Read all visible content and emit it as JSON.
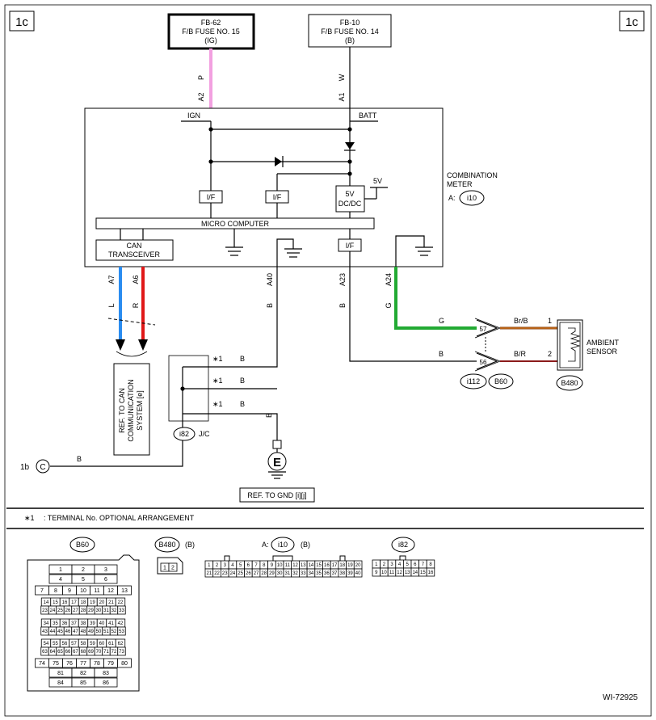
{
  "page_markers": {
    "left": "1c",
    "right": "1c"
  },
  "fuses": {
    "fb62": {
      "line1": "FB-62",
      "line2": "F/B FUSE NO. 15",
      "line3": "(IG)"
    },
    "fb10": {
      "line1": "FB-10",
      "line2": "F/B FUSE NO. 14",
      "line3": "(B)"
    }
  },
  "wires_top": {
    "a2_color": "P",
    "a2_pin": "A2",
    "a1_color": "W",
    "a1_pin": "A1"
  },
  "meter": {
    "ign": "IGN",
    "batt": "BATT",
    "if_label": "I/F",
    "dcdc_1": "5V",
    "dcdc_2": "DC/DC",
    "v5": "5V",
    "micro": "MICRO COMPUTER",
    "can_1": "CAN",
    "can_2": "TRANSCEIVER",
    "name_1": "COMBINATION",
    "name_2": "METER",
    "conn_prefix": "A:",
    "conn": "i10"
  },
  "wires_bottom": {
    "a7": "A7",
    "a6": "A6",
    "a40": "A40",
    "a23": "A23",
    "a24": "A24",
    "l": "L",
    "r": "R",
    "b": "B",
    "g": "G"
  },
  "can_ref": {
    "line1": "REF. TO CAN",
    "line2": "COMMUNICATION",
    "line3": "SYSTEM [e]"
  },
  "jc": {
    "star": "∗1",
    "b": "B",
    "conn": "i82",
    "label": "J/C"
  },
  "gnd": {
    "ref": "REF. TO GND [i][j]",
    "e": "E",
    "b": "B"
  },
  "offpage": {
    "ref": "1b",
    "circle": "C",
    "b": "B"
  },
  "sensor": {
    "g": "G",
    "b": "B",
    "pin57": "57",
    "pin56": "56",
    "brb": "Br/B",
    "br": "B/R",
    "n1": "1",
    "n2": "2",
    "name_1": "AMBIENT",
    "name_2": "SENSOR",
    "conn_i112": "i112",
    "conn_b60": "B60",
    "conn_b480": "B480"
  },
  "note": {
    "star": "∗1",
    "text": ": TERMINAL No. OPTIONAL ARRANGEMENT"
  },
  "connectors": {
    "b60": "B60",
    "b480": "B480",
    "b480_suffix": "(B)",
    "i10_prefix": "A:",
    "i10": "i10",
    "i10_suffix": "(B)",
    "i82": "i82",
    "b60_rows": [
      [
        "1",
        "2",
        "3"
      ],
      [
        "4",
        "5",
        "6"
      ],
      [
        "7",
        "8",
        "9",
        "10",
        "11",
        "12",
        "13"
      ],
      [
        "14",
        "15",
        "16",
        "17",
        "18",
        "19",
        "20",
        "21",
        "22"
      ],
      [
        "23",
        "24",
        "25",
        "26",
        "27",
        "28",
        "29",
        "30",
        "31",
        "32",
        "33"
      ],
      [
        "34",
        "35",
        "36",
        "37",
        "38",
        "39",
        "40",
        "41",
        "42"
      ],
      [
        "43",
        "44",
        "45",
        "46",
        "47",
        "48",
        "49",
        "50",
        "51",
        "52",
        "53"
      ],
      [
        "54",
        "55",
        "56",
        "57",
        "58",
        "59",
        "60",
        "61",
        "62"
      ],
      [
        "63",
        "64",
        "65",
        "66",
        "67",
        "68",
        "69",
        "70",
        "71",
        "72",
        "73"
      ],
      [
        "74",
        "75",
        "76",
        "77",
        "78",
        "79",
        "80"
      ],
      [
        "81",
        "82",
        "83"
      ],
      [
        "84",
        "85",
        "86"
      ]
    ],
    "b480_pins": [
      "1",
      "2"
    ],
    "i10_row1": [
      "1",
      "2",
      "3",
      "4",
      "5",
      "6",
      "7",
      "8",
      "9",
      "10",
      "11",
      "12",
      "13",
      "14",
      "15",
      "16",
      "17",
      "18",
      "19",
      "20"
    ],
    "i10_row2": [
      "21",
      "22",
      "23",
      "24",
      "25",
      "26",
      "27",
      "28",
      "29",
      "30",
      "31",
      "32",
      "33",
      "34",
      "35",
      "36",
      "37",
      "38",
      "39",
      "40"
    ],
    "i82_row1": [
      "1",
      "2",
      "3",
      "4",
      "5",
      "6",
      "7",
      "8"
    ],
    "i82_row2": [
      "9",
      "10",
      "11",
      "12",
      "13",
      "14",
      "15",
      "16"
    ]
  },
  "doc_id": "WI-72925",
  "colors": {
    "pink": "#f2a0e0",
    "blue": "#2a8cf0",
    "red": "#e01818",
    "green": "#22aa33",
    "brown": "#8b4513",
    "darkred": "#8b1a1a"
  }
}
